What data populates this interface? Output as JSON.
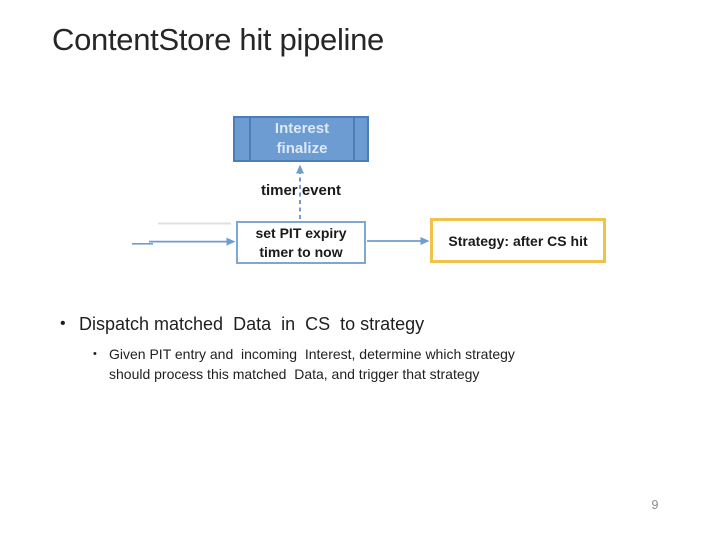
{
  "slide": {
    "title": "ContentStore hit pipeline",
    "page_number": "9"
  },
  "diagram": {
    "interest_box": {
      "line1": "Interest",
      "line2": "finalize"
    },
    "timer_event_label": "timer event",
    "set_pit_box": {
      "line1": "set PIT expiry",
      "line2": "timer to now"
    },
    "strategy_box": {
      "label": "Strategy: after CS hit"
    },
    "colors": {
      "blue_fill": "#6c9cd2",
      "blue_dark_border": "#4a7eb8",
      "blue_light_border": "#7fa7d6",
      "gold_border": "#f0c24b",
      "connector_blue": "#6d9dd1",
      "faint_line": "#e0e0e0"
    }
  },
  "bullets": {
    "marker": "•",
    "sub_marker": "•",
    "level1": "Dispatch matched  Data  in  CS  to strategy",
    "level2": "Given PIT entry and  incoming  Interest, determine which strategy\nshould process this matched  Data, and trigger that strategy"
  }
}
